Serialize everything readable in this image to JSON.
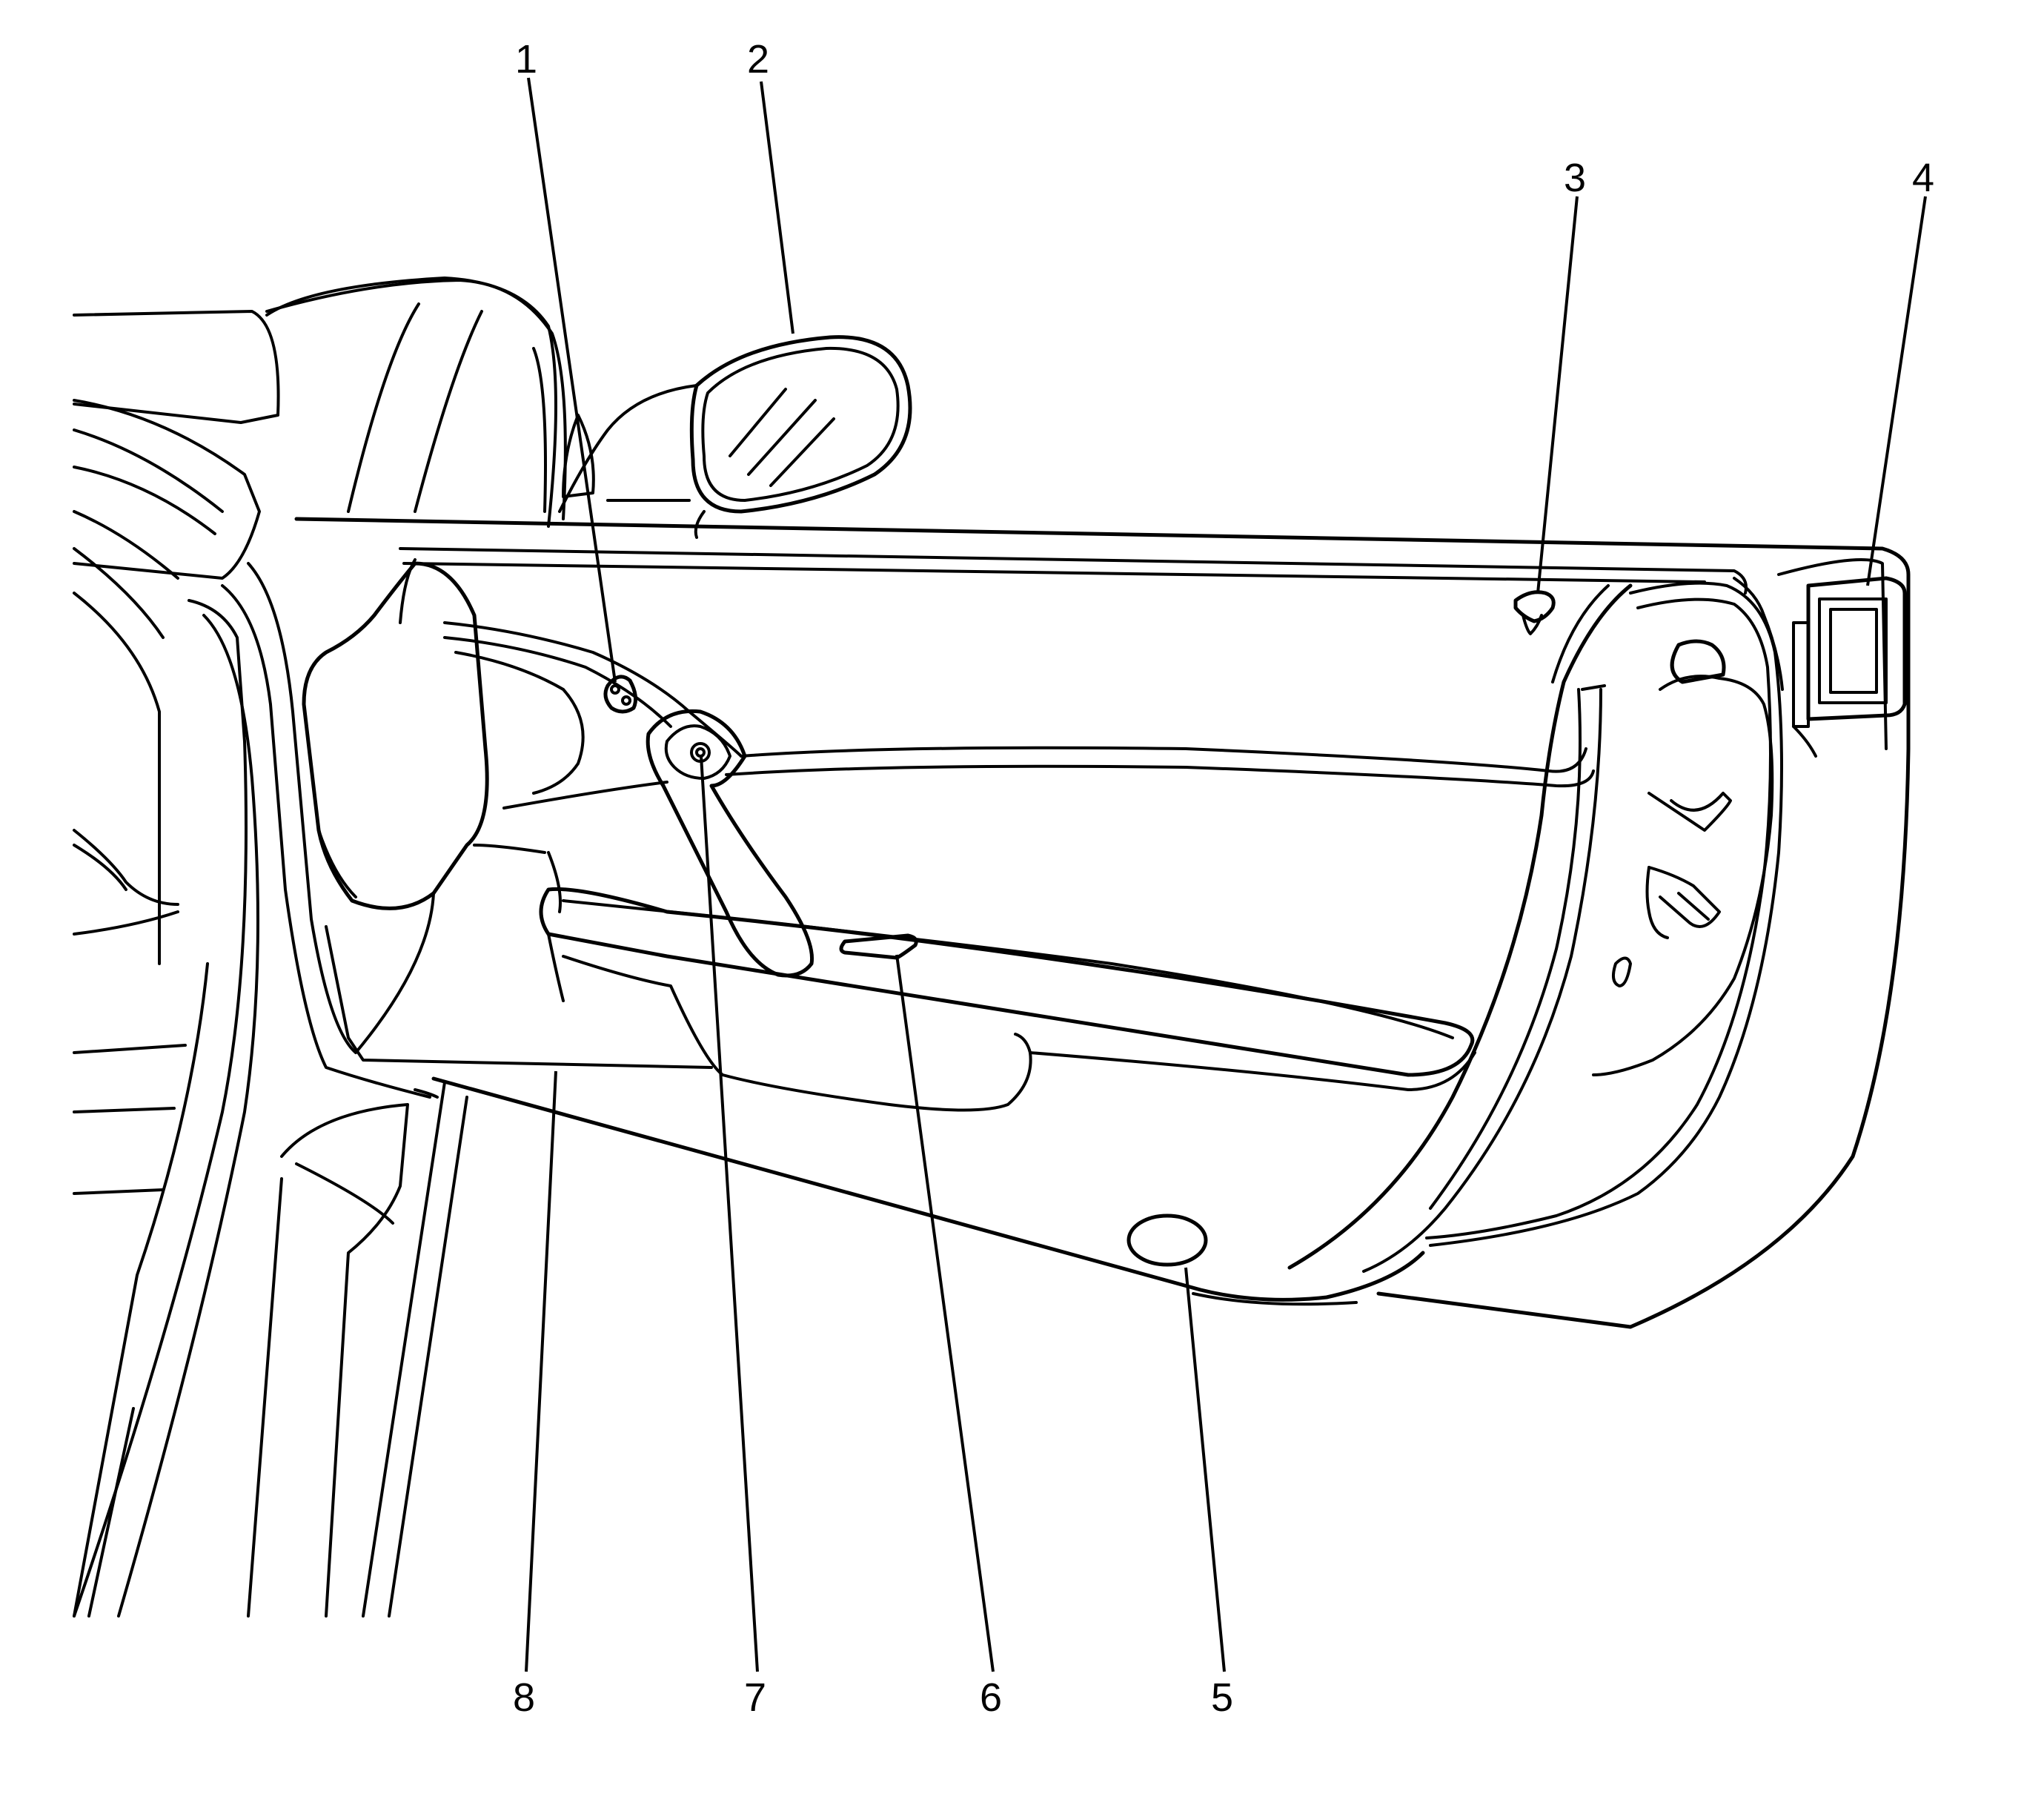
{
  "diagram": {
    "subject": "door-trim-panel",
    "callouts": [
      {
        "id": "c1",
        "label": "1"
      },
      {
        "id": "c2",
        "label": "2"
      },
      {
        "id": "c3",
        "label": "3"
      },
      {
        "id": "c4",
        "label": "4"
      },
      {
        "id": "c5",
        "label": "5"
      },
      {
        "id": "c6",
        "label": "6"
      },
      {
        "id": "c7",
        "label": "7"
      },
      {
        "id": "c8",
        "label": "8"
      }
    ],
    "colors": {
      "line": "#000000",
      "background": "#ffffff"
    }
  }
}
